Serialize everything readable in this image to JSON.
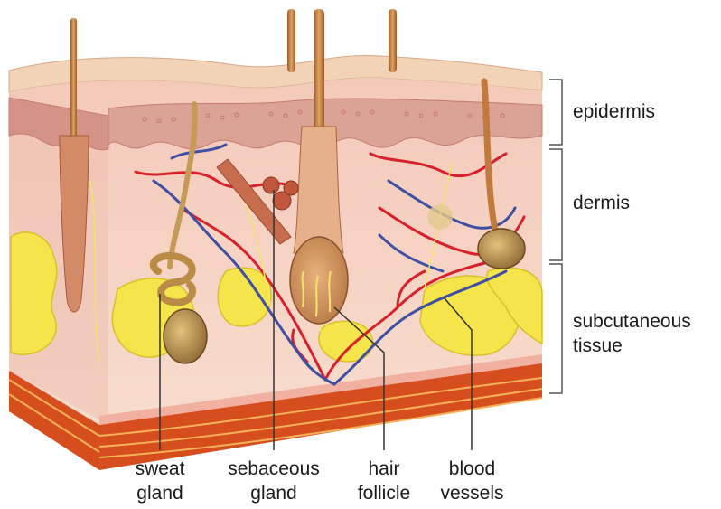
{
  "layers": {
    "epidermis": "epidermis",
    "dermis": "dermis",
    "subcutaneous_line1": "subcutaneous",
    "subcutaneous_line2": "tissue"
  },
  "structures": {
    "sweat_gland_line1": "sweat",
    "sweat_gland_line2": "gland",
    "sebaceous_gland_line1": "sebaceous",
    "sebaceous_gland_line2": "gland",
    "hair_follicle_line1": "hair",
    "hair_follicle_line2": "follicle",
    "blood_vessels_line1": "blood",
    "blood_vessels_line2": "vessels"
  },
  "colors": {
    "epidermis_surface": "#f2d3b5",
    "epidermis_cells": "#d9a08f",
    "dermis": "#f6d2c4",
    "fat": "#f5e44a",
    "muscle_layer": "#c0461c",
    "artery": "#d8202a",
    "vein": "#3f4fa3",
    "nerve": "#f3e36a",
    "hair": "#c07a3e",
    "gland": "#b9924a",
    "label_line": "#333333"
  }
}
